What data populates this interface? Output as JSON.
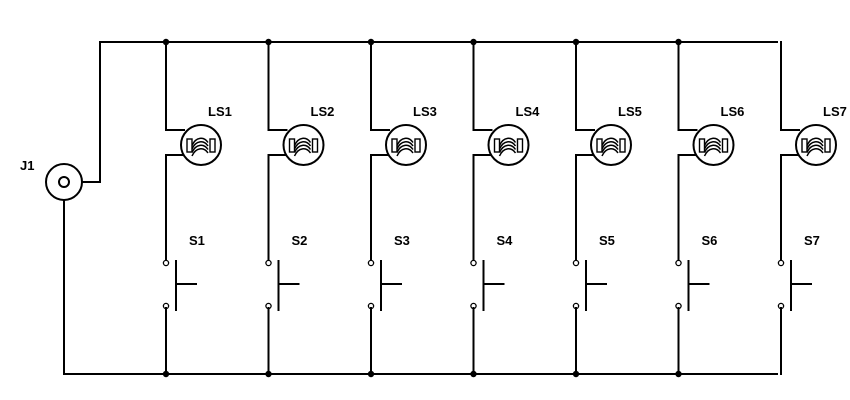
{
  "connector": {
    "label": "J1"
  },
  "branches": [
    {
      "lamp": "LS1",
      "switch": "S1"
    },
    {
      "lamp": "LS2",
      "switch": "S2"
    },
    {
      "lamp": "LS3",
      "switch": "S3"
    },
    {
      "lamp": "LS4",
      "switch": "S4"
    },
    {
      "lamp": "LS5",
      "switch": "S5"
    },
    {
      "lamp": "LS6",
      "switch": "S6"
    },
    {
      "lamp": "LS7",
      "switch": "S7"
    }
  ]
}
